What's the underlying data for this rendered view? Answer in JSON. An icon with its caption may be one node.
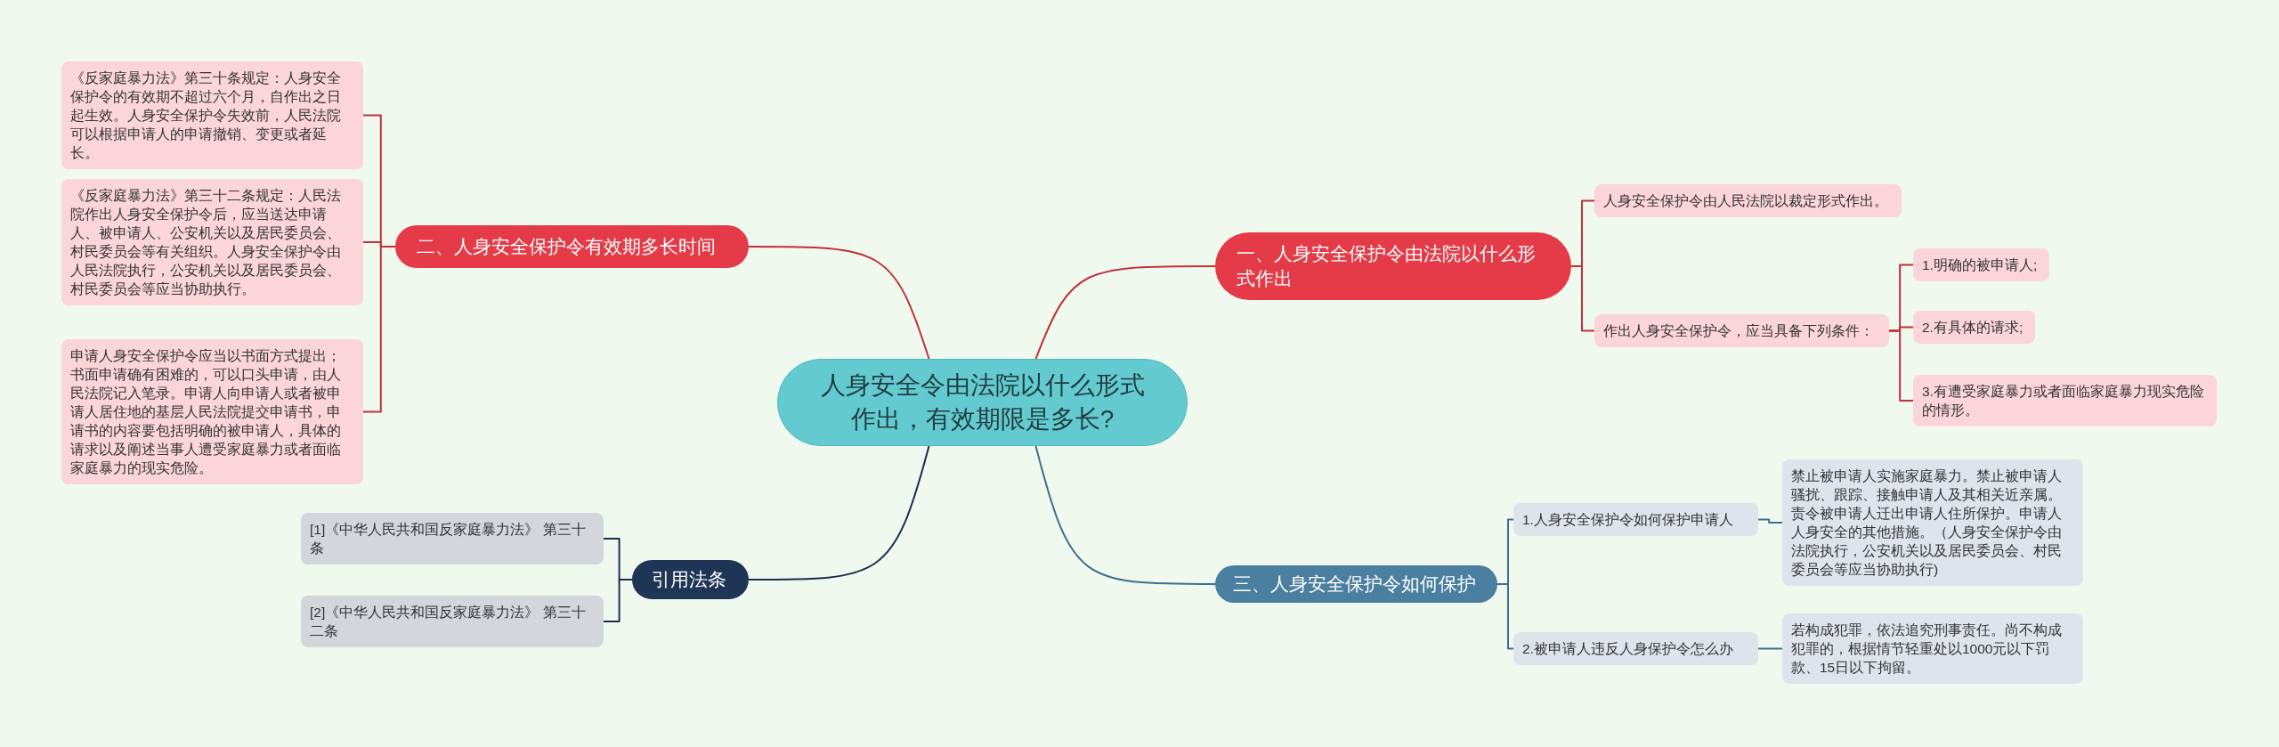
{
  "diagram": {
    "nodes": [
      {
        "text": [
          "人身安全令由法院以什么形式作出，有效期限是多长?"
        ]
      },
      {
        "text": [
          "二、人身安全保护令有效期多长时间"
        ]
      },
      {
        "text": [
          "《反家庭暴力法》第三十条规定：人身安全保护令的有效期不超过六个月，自作出之日起生效。人身安全保护令失效前，人民法院可以根据申请人的申请撤销、变更或者延长。"
        ]
      },
      {
        "text": [
          "《反家庭暴力法》第三十二条规定：人民法院作出人身安全保护令后，应当送达申请人、被申请人、公安机关以及居民委员会、村民委员会等有关组织。人身安全保护令由人民法院执行，公安机关以及居民委员会、村民委员会等应当协助执行。"
        ]
      },
      {
        "text": [
          "申请人身安全保护令应当以书面方式提出；书面申请确有困难的，可以口头申请，由人民法院记入笔录。申请人向申请人或者被申请人居住地的基层人民法院提交申请书，申请书的内容要包括明确的被申请人，具体的请求以及阐述当事人遭受家庭暴力或者面临家庭暴力的现实危险。"
        ]
      },
      {
        "text": [
          "一、人身安全保护令由法院以什么形式作出"
        ]
      },
      {
        "text": [
          "人身安全保护令由人民法院以裁定形式作出。"
        ]
      },
      {
        "text": [
          "作出人身安全保护令，应当具备下列条件："
        ]
      },
      {
        "text": [
          "1.明确的被申请人;"
        ]
      },
      {
        "text": [
          "2.有具体的请求;"
        ]
      },
      {
        "text": [
          "3.有遭受家庭暴力或者面临家庭暴力现实危险的情形。"
        ]
      },
      {
        "text": [
          "引用法条"
        ]
      },
      {
        "text": [
          "[1]《中华人民共和国反家庭暴力法》 第三十条"
        ]
      },
      {
        "text": [
          "[2]《中华人民共和国反家庭暴力法》 第三十二条"
        ]
      },
      {
        "text": [
          "三、人身安全保护令如何保护"
        ]
      },
      {
        "text": [
          "1.人身安全保护令如何保护申请人"
        ]
      },
      {
        "text": [
          "禁止被申请人实施家庭暴力。禁止被申请人骚扰、跟踪、接触申请人及其相关近亲属。责令被申请人迁出申请人住所保护。申请人人身安全的其他措施。（人身安全保护令由法院执行，公安机关以及居民委员会、村民委员会等应当协助执行)"
        ]
      },
      {
        "text": [
          "2.被申请人违反人身保护令怎么办"
        ]
      },
      {
        "text": [
          "若构成犯罪，依法追究刑事责任。尚不构成犯罪的，根据情节轻重处以1000元以下罚款、15日以下拘留。"
        ]
      }
    ],
    "edges": [
      {
        "from": 0,
        "to": 1,
        "arrow": "none"
      },
      {
        "from": 1,
        "to": 2,
        "arrow": "none"
      },
      {
        "from": 1,
        "to": 3,
        "arrow": "none"
      },
      {
        "from": 1,
        "to": 4,
        "arrow": "none"
      },
      {
        "from": 0,
        "to": 5,
        "arrow": "none"
      },
      {
        "from": 5,
        "to": 6,
        "arrow": "none"
      },
      {
        "from": 5,
        "to": 7,
        "arrow": "none"
      },
      {
        "from": 7,
        "to": 8,
        "arrow": "none"
      },
      {
        "from": 7,
        "to": 9,
        "arrow": "none"
      },
      {
        "from": 7,
        "to": 10,
        "arrow": "none"
      },
      {
        "from": 0,
        "to": 11,
        "arrow": "none",
        "color": "#1b2d4f"
      },
      {
        "from": 11,
        "to": 12,
        "arrow": "none",
        "color": "#1b2d4f"
      },
      {
        "from": 11,
        "to": 13,
        "arrow": "none",
        "color": "#1b2d4f"
      },
      {
        "from": 0,
        "to": 14,
        "arrow": "none",
        "color": "#3f6f8f"
      },
      {
        "from": 14,
        "to": 15,
        "arrow": "none",
        "color": "#3f6f8f"
      },
      {
        "from": 15,
        "to": 16,
        "arrow": "none",
        "color": "#3f6f8f"
      },
      {
        "from": 14,
        "to": 17,
        "arrow": "none",
        "color": "#3f6f8f"
      },
      {
        "from": 17,
        "to": 18,
        "arrow": "none",
        "color": "#3f6f8f"
      }
    ]
  }
}
